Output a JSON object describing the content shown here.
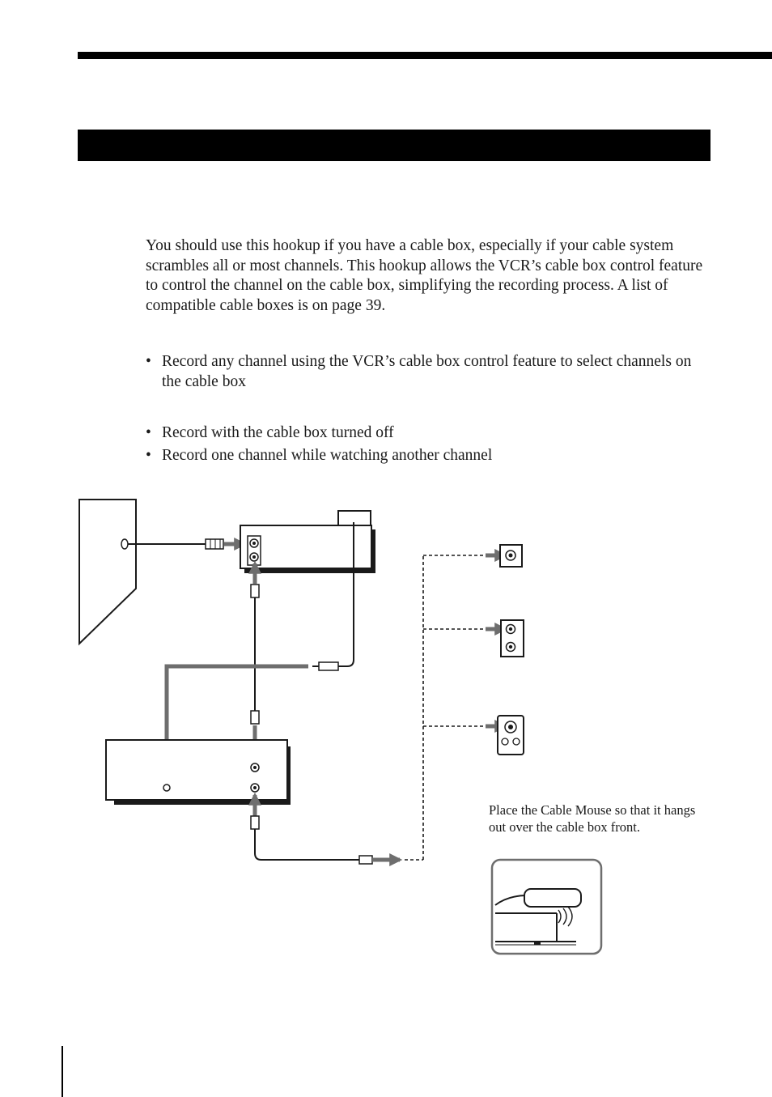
{
  "intro": "You should use this hookup if you have a cable box, especially if your cable system scrambles all or most channels. This hookup allows the VCR’s cable box control feature to control the channel on the cable box, simplifying the recording process.  A list of compatible cable boxes is on page 39.",
  "bullets_a": [
    "Record any channel using the VCR’s cable box control feature to select channels on the cable box"
  ],
  "bullets_b": [
    "Record with the cable box turned off",
    "Record one channel while watching another channel"
  ],
  "bullet_glyph": "•",
  "caption": "Place the Cable Mouse so that it hangs out over the cable box front.",
  "colors": {
    "cable_gray": "#6e6e6e",
    "ink": "#1a1a1a"
  }
}
